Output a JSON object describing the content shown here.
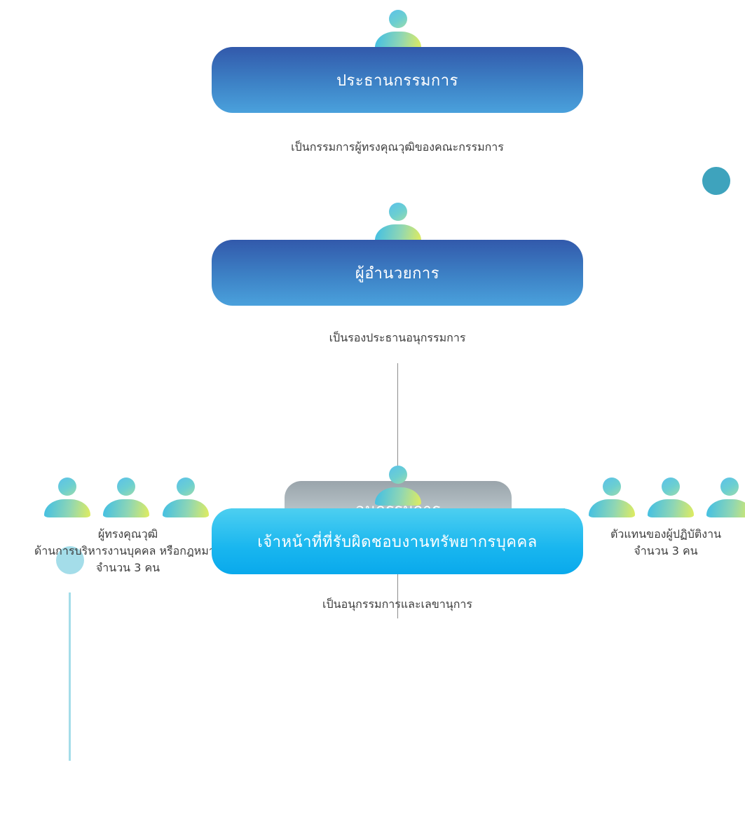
{
  "chairman": {
    "title": "ประธานกรรมการ",
    "description": "เป็นกรรมการผู้ทรงคุณวุฒิของคณะกรรมการ"
  },
  "director": {
    "title": "ผู้อำนวยการ",
    "description": "เป็นรองประธานอนุกรรมการ"
  },
  "subcommittee": {
    "title": "อนุกรรมการ"
  },
  "experts": {
    "line1": "ผู้ทรงคุณวุฒิ",
    "line2": "ด้านการบริหารงานบุคคล หรือกฎหมาย",
    "line3": "จำนวน 3 คน"
  },
  "employee_reps": {
    "line1": "ตัวแทนของผู้ปฏิบัติงาน",
    "line2": "จำนวน 3 คน"
  },
  "hr_officer": {
    "title": "เจ้าหน้าที่ที่รับผิดชอบงานทรัพยากรบุคคล",
    "description": "เป็นอนุกรรมการและเลขานุการ"
  },
  "colors": {
    "dark_blue": "#3259ab",
    "cyan": "#09a9ec",
    "grey": "#b8c4c9",
    "teal_dot": "#3ea3bd",
    "light_dot": "#a4dde9"
  }
}
